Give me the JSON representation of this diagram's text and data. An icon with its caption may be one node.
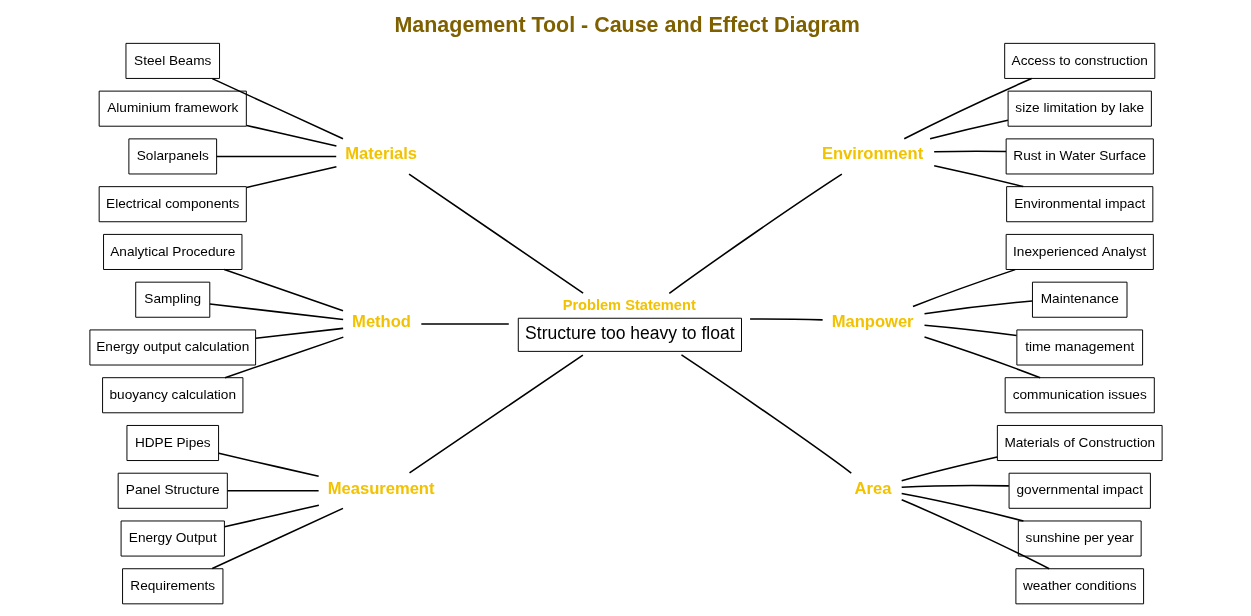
{
  "diagram": {
    "title": "Management Tool - Cause and Effect Diagram",
    "nodes": [
      {
        "text": [
          "Measurement"
        ]
      },
      {
        "text": [
          "Materials"
        ]
      },
      {
        "text": [
          "Method"
        ]
      },
      {
        "text": [
          "HDPE Pipes"
        ]
      },
      {
        "text": [
          "Panel Structure"
        ]
      },
      {
        "text": [
          "Energy Output"
        ]
      },
      {
        "text": [
          "Requirements"
        ]
      },
      {
        "text": [
          "Steel Beams"
        ]
      },
      {
        "text": [
          "Aluminium framework"
        ]
      },
      {
        "text": [
          "Solarpanels"
        ]
      },
      {
        "text": [
          "Electrical components"
        ]
      },
      {
        "text": [
          "Analytical Procedure"
        ]
      },
      {
        "text": [
          "Sampling"
        ]
      },
      {
        "text": [
          "Energy output calculation"
        ]
      },
      {
        "text": [
          "buoyancy calculation"
        ]
      },
      {
        "text": [
          "Problem Statement",
          "Structure too heavy to float"
        ]
      },
      {
        "text": [
          "Access to construction"
        ]
      },
      {
        "text": [
          "size limitation by lake"
        ]
      },
      {
        "text": [
          "Rust in Water Surface"
        ]
      },
      {
        "text": [
          "Environmental impact"
        ]
      },
      {
        "text": [
          "Inexperienced Analyst"
        ]
      },
      {
        "text": [
          "Maintenance"
        ]
      },
      {
        "text": [
          "time management"
        ]
      },
      {
        "text": [
          "communication issues"
        ]
      },
      {
        "text": [
          "Materials of Construction"
        ]
      },
      {
        "text": [
          "governmental impact"
        ]
      },
      {
        "text": [
          "sunshine per year"
        ]
      },
      {
        "text": [
          "weather conditions"
        ]
      },
      {
        "text": [
          "Environment"
        ]
      },
      {
        "text": [
          "Manpower"
        ]
      },
      {
        "text": [
          "Area"
        ]
      }
    ],
    "edges": [
      {
        "from": 3,
        "to": 0,
        "arrow": "none"
      },
      {
        "from": 4,
        "to": 0,
        "arrow": "none"
      },
      {
        "from": 5,
        "to": 0,
        "arrow": "none"
      },
      {
        "from": 6,
        "to": 0,
        "arrow": "none"
      },
      {
        "from": 7,
        "to": 1,
        "arrow": "none"
      },
      {
        "from": 8,
        "to": 1,
        "arrow": "none"
      },
      {
        "from": 9,
        "to": 1,
        "arrow": "none"
      },
      {
        "from": 10,
        "to": 1,
        "arrow": "none"
      },
      {
        "from": 11,
        "to": 2,
        "arrow": "none"
      },
      {
        "from": 12,
        "to": 2,
        "arrow": "none"
      },
      {
        "from": 13,
        "to": 2,
        "arrow": "none"
      },
      {
        "from": 14,
        "to": 2,
        "arrow": "none"
      },
      {
        "from": 16,
        "to": 28,
        "arrow": "none"
      },
      {
        "from": 17,
        "to": 28,
        "arrow": "none"
      },
      {
        "from": 18,
        "to": 28,
        "arrow": "none"
      },
      {
        "from": 19,
        "to": 28,
        "arrow": "none"
      },
      {
        "from": 20,
        "to": 29,
        "arrow": "none"
      },
      {
        "from": 21,
        "to": 29,
        "arrow": "none"
      },
      {
        "from": 22,
        "to": 29,
        "arrow": "none"
      },
      {
        "from": 23,
        "to": 29,
        "arrow": "none"
      },
      {
        "from": 24,
        "to": 30,
        "arrow": "none"
      },
      {
        "from": 25,
        "to": 30,
        "arrow": "none"
      },
      {
        "from": 26,
        "to": 30,
        "arrow": "none"
      },
      {
        "from": 27,
        "to": 30,
        "arrow": "none"
      },
      {
        "from": 0,
        "to": 15,
        "arrow": "none"
      },
      {
        "from": 1,
        "to": 15,
        "arrow": "none"
      },
      {
        "from": 2,
        "to": 15,
        "arrow": "none"
      },
      {
        "from": 28,
        "to": 15,
        "arrow": "none"
      },
      {
        "from": 29,
        "to": 15,
        "arrow": "none"
      },
      {
        "from": 30,
        "to": 15,
        "arrow": "none"
      }
    ]
  }
}
